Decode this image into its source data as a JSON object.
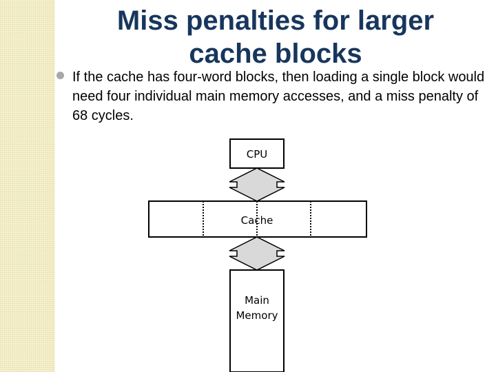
{
  "slide": {
    "title": "Miss penalties for larger cache blocks",
    "bullet": "If the cache has four-word blocks, then loading a single block would need four individual main memory accesses, and a miss penalty of 68 cycles."
  },
  "diagram": {
    "nodes": {
      "cpu": "CPU",
      "cache": "Cache",
      "memory_line1": "Main",
      "memory_line2": "Memory"
    }
  },
  "colors": {
    "title": "#17365d",
    "sidebar": "#f6f2cf",
    "arrow_fill": "#d9d9d9",
    "bullet": "#a8a8a8"
  }
}
